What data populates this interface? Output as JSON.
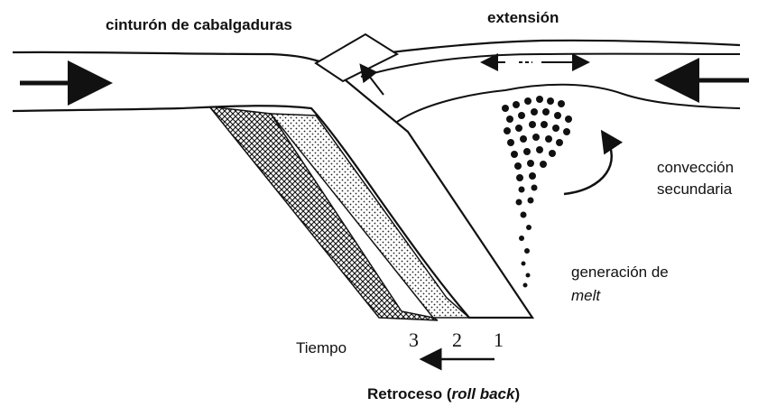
{
  "labels": {
    "thrust_belt": "cinturón de cabalgaduras",
    "extension": "extensión",
    "secondary_convection_1": "convección",
    "secondary_convection_2": "secundaria",
    "melt_generation_1": "generación de",
    "melt_generation_2": "melt",
    "time": "Tiempo",
    "slab_stage_3": "3",
    "slab_stage_2": "2",
    "slab_stage_1": "1",
    "rollback_prefix": "Retroceso (",
    "rollback_term": "roll back",
    "rollback_suffix": ")"
  },
  "icons": [
    "arrow-right-icon",
    "arrow-left-icon",
    "double-arrow-icon",
    "curved-arrow-icon"
  ],
  "colors": {
    "ink": "#111111",
    "background": "#ffffff"
  }
}
